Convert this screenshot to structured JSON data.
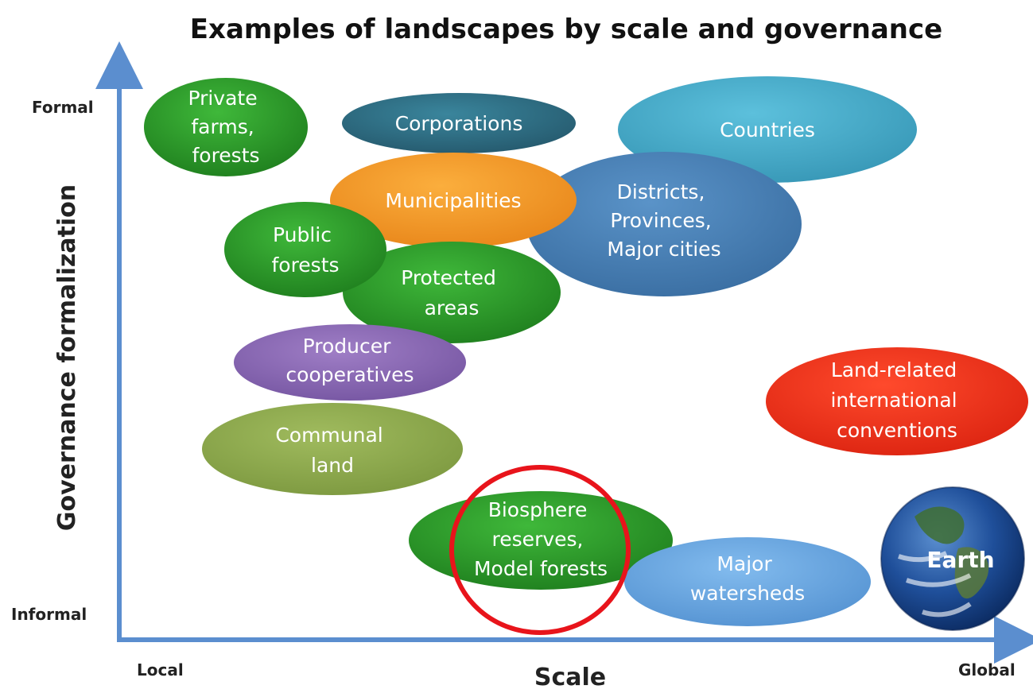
{
  "title": "Examples of landscapes by scale and governance",
  "axes": {
    "y_label": "Governance formalization",
    "y_top": "Formal",
    "y_bottom": "Informal",
    "x_label": "Scale",
    "x_left": "Local",
    "x_right": "Global"
  },
  "colors": {
    "axis": "#5b8ecf",
    "green": "#2e9a2a",
    "dark_teal": "#2f6f86",
    "light_teal": "#43a7c6",
    "steel_blue": "#4a80b6",
    "orange": "#f39a26",
    "purple": "#8d6ab6",
    "olive": "#8ea94e",
    "red": "#f0311c",
    "light_blue": "#6aa8e0",
    "highlight": "#e8141b"
  },
  "landscapes": [
    {
      "id": "countries",
      "lines": [
        "Countries"
      ]
    },
    {
      "id": "corporations",
      "lines": [
        "Corporations"
      ]
    },
    {
      "id": "districts",
      "lines": [
        "Districts,",
        "Provinces,",
        "Major cities"
      ]
    },
    {
      "id": "municipalities",
      "lines": [
        "Municipalities"
      ]
    },
    {
      "id": "private-farms",
      "lines": [
        "Private",
        "farms,",
        "forests"
      ]
    },
    {
      "id": "protected-areas",
      "lines": [
        "Protected",
        "areas"
      ]
    },
    {
      "id": "public-forests",
      "lines": [
        "Public",
        "forests"
      ]
    },
    {
      "id": "producer-cooperatives",
      "lines": [
        "Producer",
        "cooperatives"
      ]
    },
    {
      "id": "communal-land",
      "lines": [
        "Communal",
        "land"
      ]
    },
    {
      "id": "land-related-conventions",
      "lines": [
        "Land-related",
        "international",
        "conventions"
      ]
    },
    {
      "id": "biosphere-reserves",
      "lines": [
        "Biosphere",
        "reserves,",
        "Model forests"
      ]
    },
    {
      "id": "major-watersheds",
      "lines": [
        "Major",
        "watersheds"
      ]
    },
    {
      "id": "earth",
      "lines": [
        "Earth"
      ]
    }
  ]
}
